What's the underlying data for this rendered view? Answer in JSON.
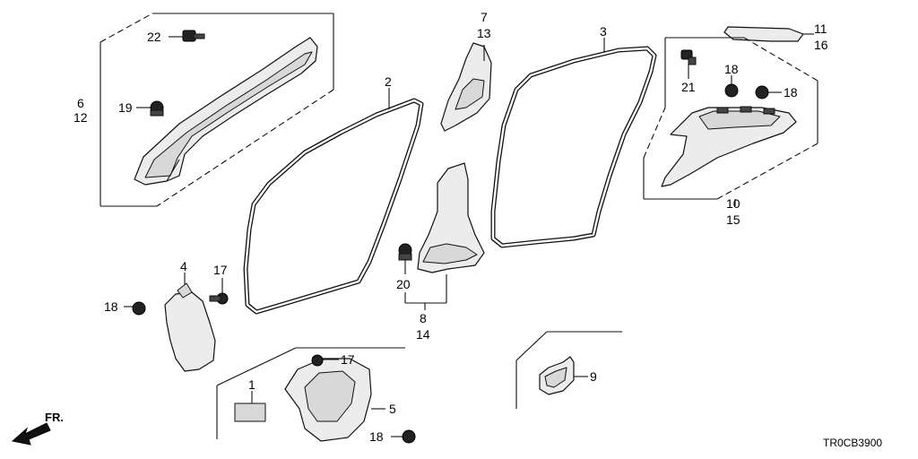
{
  "diagram": {
    "callouts": {
      "c1": "1",
      "c2": "2",
      "c3": "3",
      "c4": "4",
      "c5": "5",
      "c6": "6",
      "c12": "12",
      "c7": "7",
      "c13": "13",
      "c8": "8",
      "c14": "14",
      "c9": "9",
      "c10": "10",
      "c15": "15",
      "c11": "11",
      "c16": "16",
      "c17a": "17",
      "c17b": "17",
      "c18a": "18",
      "c18b": "18",
      "c18c": "18",
      "c18d": "18",
      "c19": "19",
      "c20": "20",
      "c21": "21",
      "c22": "22"
    },
    "front_marker": "FR.",
    "diagram_code": "TR0CB3900"
  }
}
